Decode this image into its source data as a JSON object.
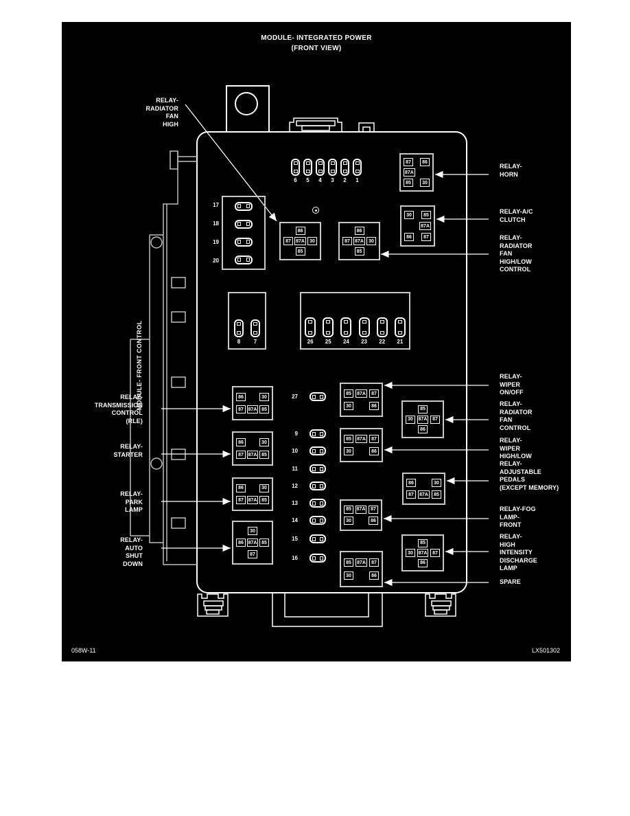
{
  "title": [
    "MODULE- INTEGRATED POWER",
    "(FRONT VIEW)"
  ],
  "module_vertical_label": "MODULE- FRONT CONTROL",
  "footer": {
    "left": "058W-11",
    "right": "LX501302"
  },
  "colors": {
    "board_bg": "#000000",
    "line": "#ffffff",
    "box_border": "#c9c9c9"
  },
  "fuses": {
    "top_row": [
      "6",
      "5",
      "4",
      "3",
      "2",
      "1"
    ],
    "left_column": [
      "17",
      "18",
      "19",
      "20"
    ],
    "pair": [
      "8",
      "7"
    ],
    "wide_row": [
      "26",
      "25",
      "24",
      "23",
      "22",
      "21"
    ],
    "center_column": [
      "27",
      "9",
      "10",
      "11",
      "12",
      "13",
      "14",
      "15",
      "16"
    ]
  },
  "labels": {
    "radiator_fan_high": [
      "RELAY-",
      "RADIATOR",
      "FAN",
      "HIGH"
    ],
    "horn": [
      "RELAY-",
      "HORN"
    ],
    "ac_clutch": [
      "RELAY-A/C",
      "CLUTCH"
    ],
    "radiator_fan_high_low": [
      "RELAY-",
      "RADIATOR",
      "FAN",
      "HIGH/LOW",
      "CONTROL"
    ],
    "transmission": [
      "RELAY-",
      "TRANSMISSION",
      "CONTROL",
      "(RLE)"
    ],
    "starter": [
      "RELAY-",
      "STARTER"
    ],
    "park_lamp": [
      "RELAY-",
      "PARK",
      "LAMP"
    ],
    "auto_shut_down": [
      "RELAY-",
      "AUTO",
      "SHUT",
      "DOWN"
    ],
    "wiper_on_off": [
      "RELAY-",
      "WIPER",
      "ON/OFF"
    ],
    "radiator_fan_control": [
      "RELAY-",
      "RADIATOR",
      "FAN",
      "CONTROL"
    ],
    "wiper_high_low": [
      "RELAY-",
      "WIPER",
      "HIGH/LOW"
    ],
    "adjustable_pedals": [
      "RELAY-",
      "ADJUSTABLE",
      "PEDALS",
      "(EXCEPT MEMORY)"
    ],
    "fog_lamp": [
      "RELAY-FOG",
      "LAMP-",
      "FRONT"
    ],
    "hid_lamp": [
      "RELAY-",
      "HIGH",
      "INTENSITY",
      "DISCHARGE",
      "LAMP"
    ],
    "spare": [
      "SPARE"
    ]
  },
  "relays": {
    "horn": {
      "pins": [
        "87",
        "86",
        "87A",
        "85",
        "30"
      ]
    },
    "ac_clutch": {
      "pins": [
        "30",
        "85",
        "87A",
        "86",
        "87"
      ]
    },
    "radiator_fan_high": {
      "pins": [
        "86",
        "87",
        "87A",
        "30",
        "85"
      ]
    },
    "radiator_fan_high_low": {
      "pins": [
        "86",
        "87",
        "87A",
        "30",
        "85"
      ]
    },
    "transmission": {
      "pins": [
        "86",
        "30",
        "87",
        "87A",
        "85"
      ]
    },
    "starter": {
      "pins": [
        "86",
        "30",
        "87",
        "87A",
        "85"
      ]
    },
    "park_lamp": {
      "pins": [
        "86",
        "30",
        "87",
        "87A",
        "85"
      ]
    },
    "auto_shut_down": {
      "pins": [
        "30",
        "86",
        "87A",
        "85",
        "87"
      ]
    },
    "wiper_on_off": {
      "pins": [
        "85",
        "87A",
        "87",
        "30",
        "86"
      ]
    },
    "wiper_high_low": {
      "pins": [
        "85",
        "87A",
        "87",
        "30",
        "86"
      ]
    },
    "fog_lamp": {
      "pins": [
        "85",
        "87A",
        "87",
        "30",
        "86"
      ]
    },
    "spare": {
      "pins": [
        "85",
        "87A",
        "87",
        "30",
        "86"
      ]
    },
    "radiator_fan_control": {
      "pins": [
        "85",
        "30",
        "87A",
        "87",
        "86"
      ]
    },
    "adjustable_pedals": {
      "pins": [
        "86",
        "30",
        "87",
        "87A",
        "85"
      ]
    },
    "hid_lamp": {
      "pins": [
        "85",
        "30",
        "87A",
        "87",
        "86"
      ]
    }
  }
}
